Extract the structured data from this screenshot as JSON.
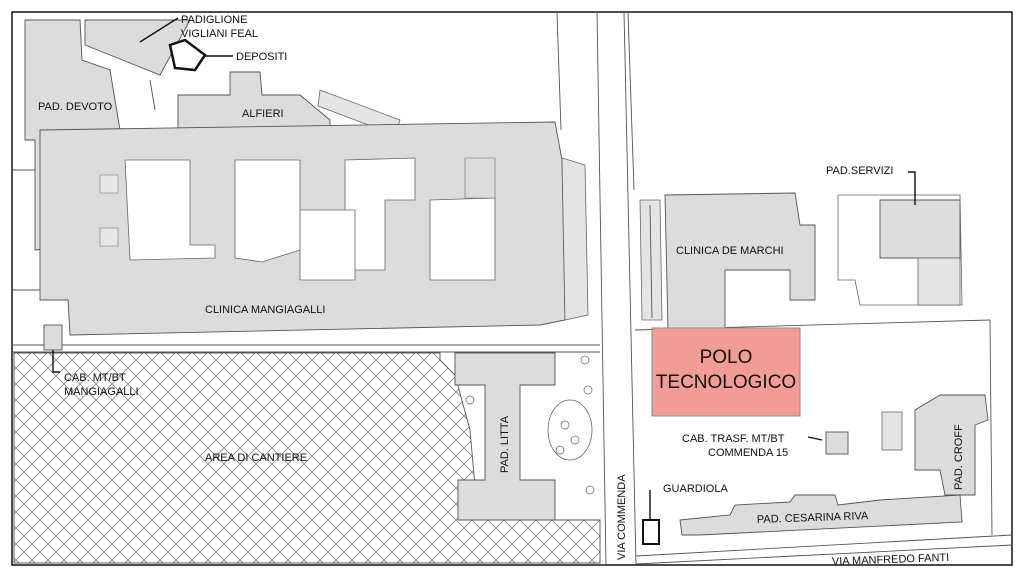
{
  "map": {
    "labels": {
      "padiglione_vigliani_line1": "PADIGLIONE",
      "padiglione_vigliani_line2": "VIGLIANI FEAL",
      "depositi": "DEPOSITI",
      "pad_devoto": "PAD. DEVOTO",
      "alfieri": "ALFIERI",
      "clinica_mangiagalli": "CLINICA MANGIAGALLI",
      "cab_mangiagalli_line1": "CAB. MT/BT",
      "cab_mangiagalli_line2": "MANGIAGALLI",
      "area_di_cantiere": "AREA DI CANTIERE",
      "pad_litta": "PAD. LITTA",
      "via_commenda": "VIA COMMENDA",
      "clinica_de_marchi": "CLINICA DE MARCHI",
      "pad_servizi": "PAD.SERVIZI",
      "polo_line1": "POLO",
      "polo_line2": "TECNOLOGICO",
      "cab_trasf_line1": "CAB. TRASF. MT/BT",
      "cab_trasf_line2": "COMMENDA 15",
      "guardiola": "GUARDIOLA",
      "pad_croff": "PAD. CROFF",
      "pad_cesarina_riva": "PAD. CESARINA RIVA",
      "via_manfredo_fanti": "VIA MANFREDO FANTI"
    },
    "colors": {
      "building_fill": "#dcdcdc",
      "highlight": "#f29c96",
      "outline": "#555555",
      "hatch": "#8a8a8a"
    }
  }
}
